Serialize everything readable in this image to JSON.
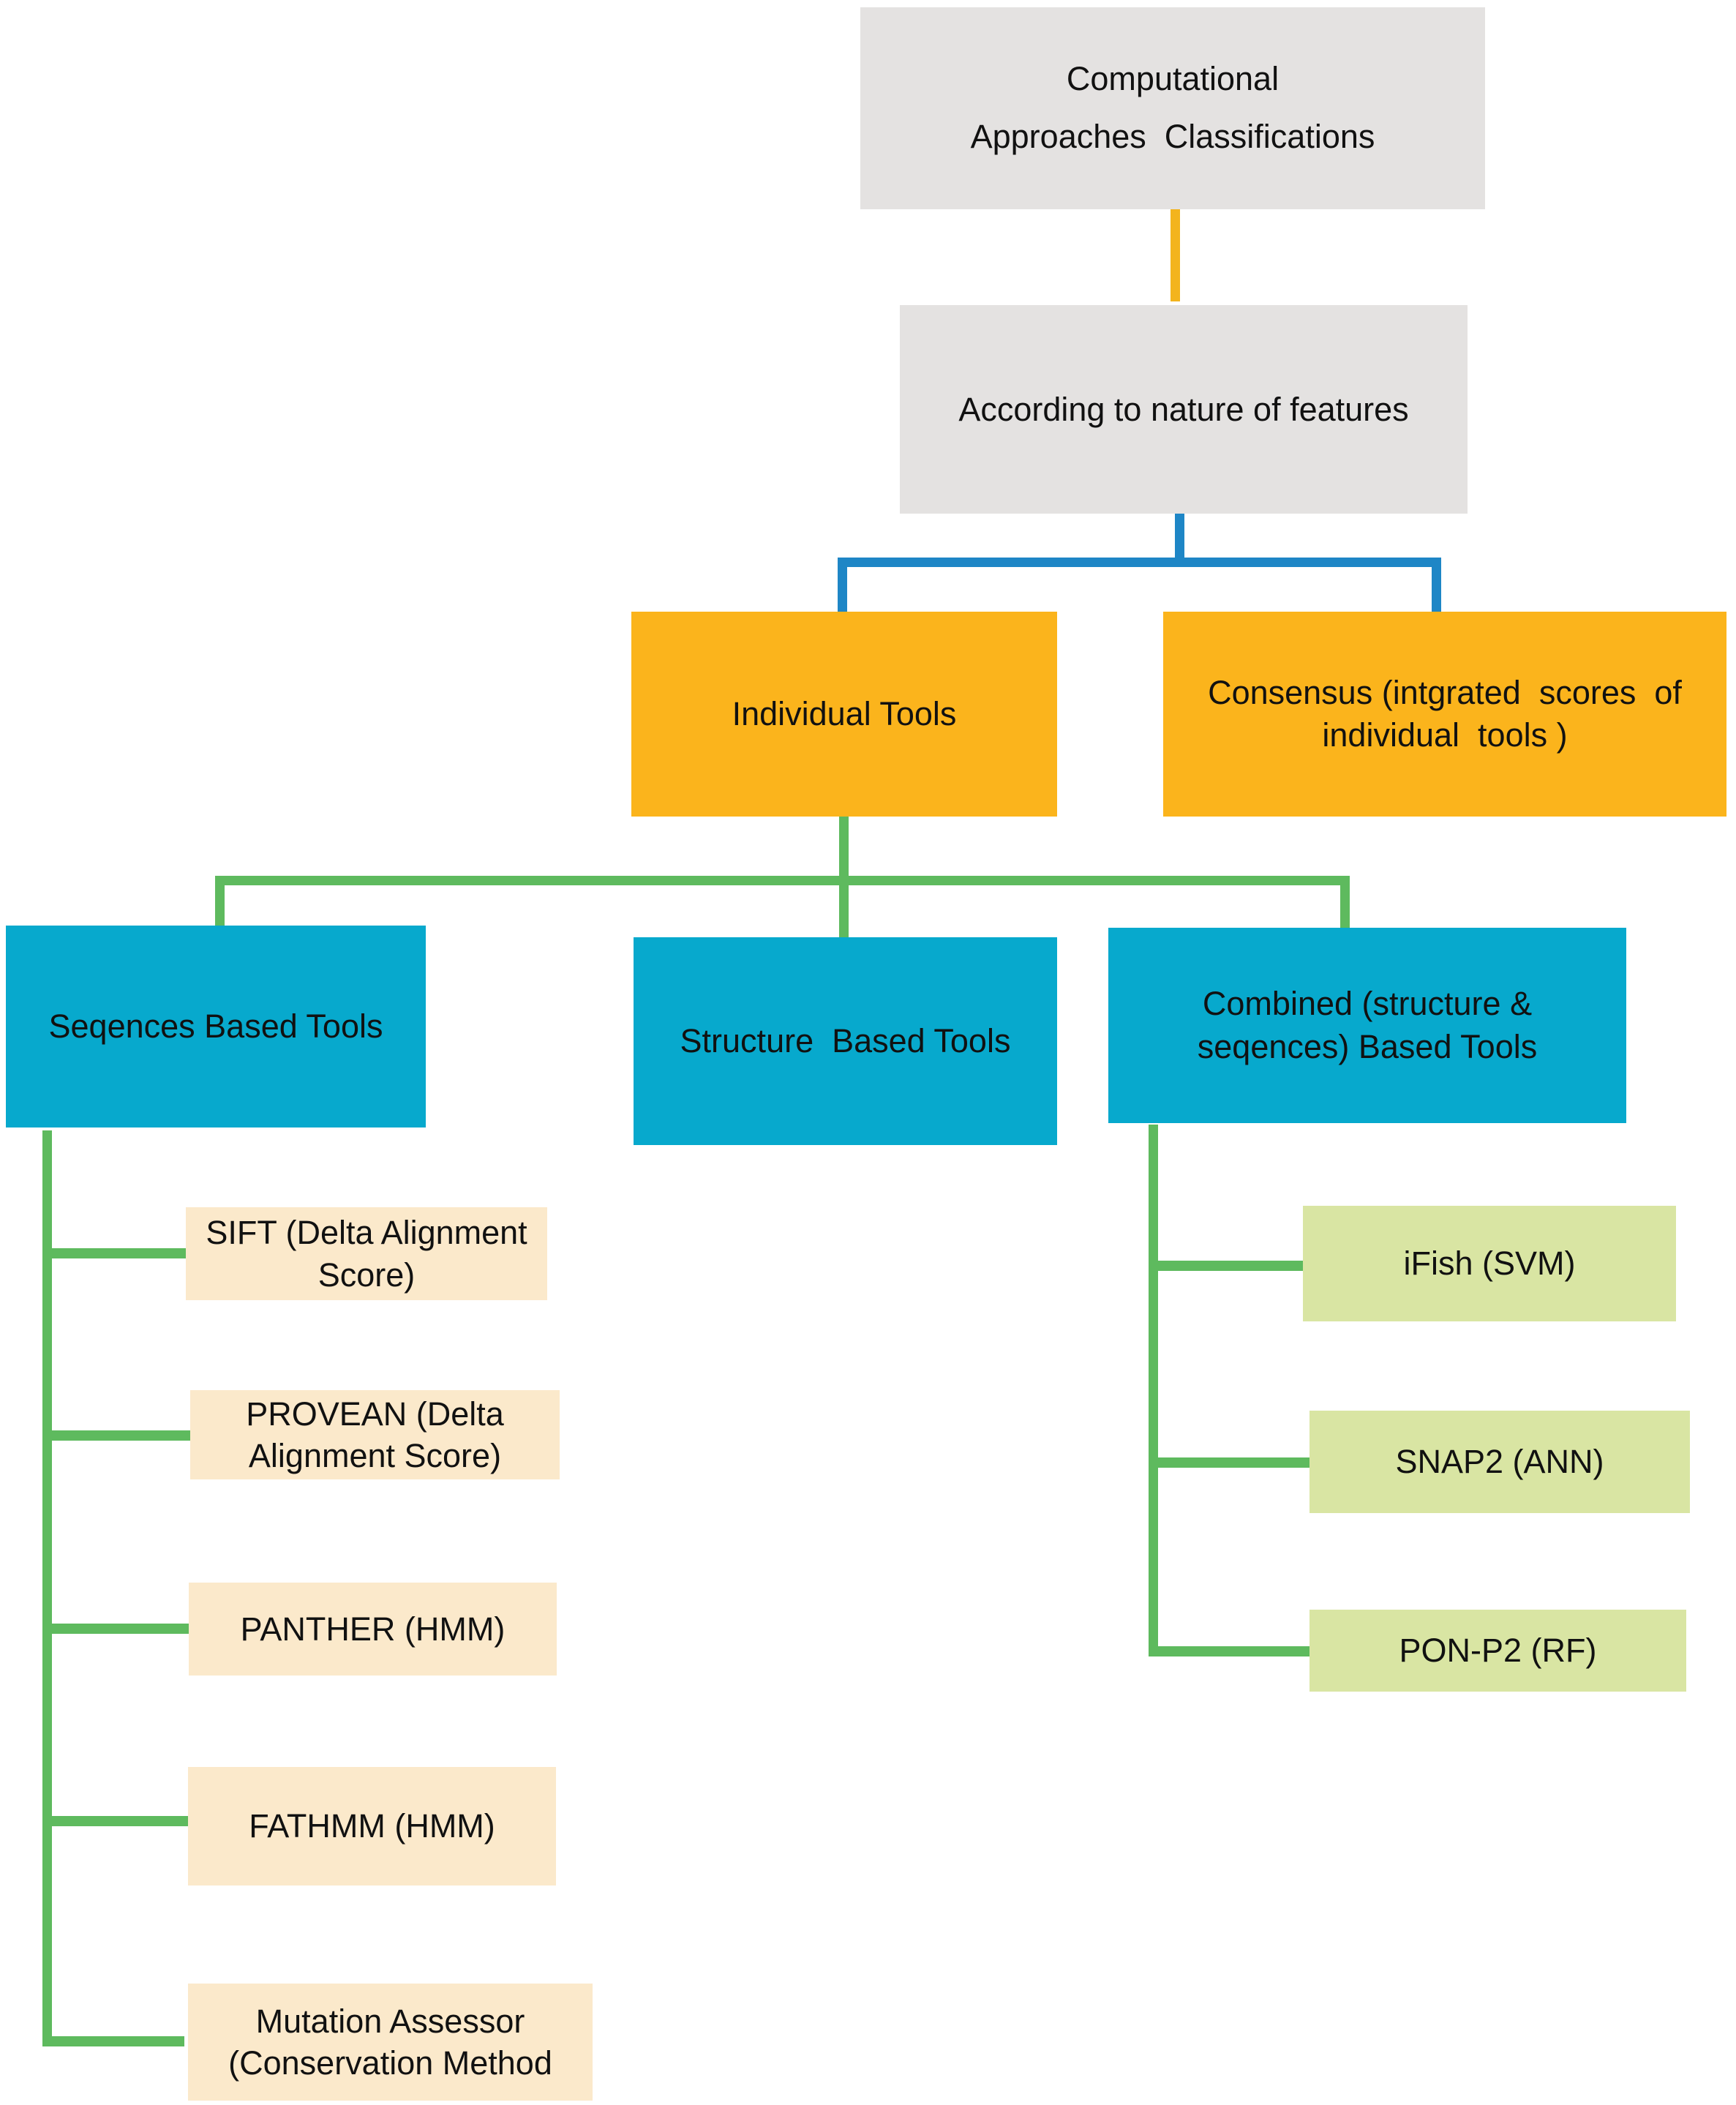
{
  "colors": {
    "bg": "#ffffff",
    "text": "#111111",
    "box-gray": "#e4e2e1",
    "box-orange": "#fbb41c",
    "box-cyan": "#07a9cd",
    "box-cream": "#fbe9cb",
    "box-leafgreen": "#d9e5a3",
    "line-orange": "#f3b41d",
    "line-blue": "#1e86c6",
    "line-green": "#5eba5e"
  },
  "nodes": {
    "root": {
      "lines": [
        "Computational",
        "Approaches  Classifications"
      ]
    },
    "nature": {
      "lines": [
        "According to nature of features"
      ]
    },
    "individual": {
      "lines": [
        "Individual Tools"
      ]
    },
    "consensus": {
      "lines": [
        "Consensus (intgrated  scores  of",
        "individual  tools )"
      ]
    },
    "sequences": {
      "lines": [
        "Seqences Based Tools"
      ]
    },
    "structure": {
      "lines": [
        "Structure  Based Tools"
      ]
    },
    "combined": {
      "lines": [
        "Combined (structure &",
        "seqences) Based Tools"
      ]
    },
    "sift": {
      "lines": [
        "SIFT (Delta Alignment",
        "Score)"
      ]
    },
    "provean": {
      "lines": [
        "PROVEAN (Delta",
        "Alignment Score)"
      ]
    },
    "panther": {
      "lines": [
        "PANTHER (HMM)"
      ]
    },
    "fathmm": {
      "lines": [
        "FATHMM (HMM)"
      ]
    },
    "mutation": {
      "lines": [
        "Mutation Assessor",
        "(Conservation Method"
      ]
    },
    "ifish": {
      "lines": [
        "iFish (SVM)"
      ]
    },
    "snap2": {
      "lines": [
        "SNAP2 (ANN)"
      ]
    },
    "ponp2": {
      "lines": [
        "PON-P2 (RF)"
      ]
    }
  },
  "edges": [
    [
      "root",
      "nature"
    ],
    [
      "nature",
      "individual"
    ],
    [
      "nature",
      "consensus"
    ],
    [
      "individual",
      "sequences"
    ],
    [
      "individual",
      "structure"
    ],
    [
      "individual",
      "combined"
    ],
    [
      "sequences",
      "sift"
    ],
    [
      "sequences",
      "provean"
    ],
    [
      "sequences",
      "panther"
    ],
    [
      "sequences",
      "fathmm"
    ],
    [
      "sequences",
      "mutation"
    ],
    [
      "combined",
      "ifish"
    ],
    [
      "combined",
      "snap2"
    ],
    [
      "combined",
      "ponp2"
    ]
  ]
}
